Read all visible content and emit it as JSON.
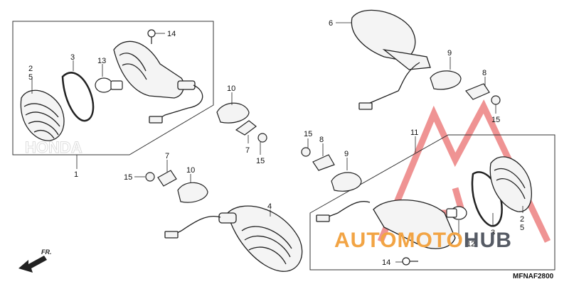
{
  "diagram": {
    "part_code": "MFNAF2800",
    "direction_label": "FR.",
    "watermark": {
      "part1": "AUTOMOTO",
      "part2": "HUB",
      "colors": {
        "part1": "#f2a444",
        "part2": "#555a64",
        "logo": "#e23b3b"
      }
    },
    "callouts": {
      "a_2": "2",
      "a_5": "5",
      "a_3": "3",
      "a_13": "13",
      "a_14": "14",
      "a_1": "1",
      "b_10": "10",
      "b_7": "7",
      "b_15": "15",
      "c_7": "7",
      "c_15": "15",
      "c_10": "10",
      "c_4": "4",
      "d_6": "6",
      "d_9": "9",
      "d_8": "8",
      "d_15": "15",
      "e_11": "11",
      "e_15": "15",
      "e_8": "8",
      "e_9": "9",
      "e_3": "3",
      "e_2": "2",
      "e_5": "5",
      "e_12": "12",
      "e_14": "14"
    }
  }
}
